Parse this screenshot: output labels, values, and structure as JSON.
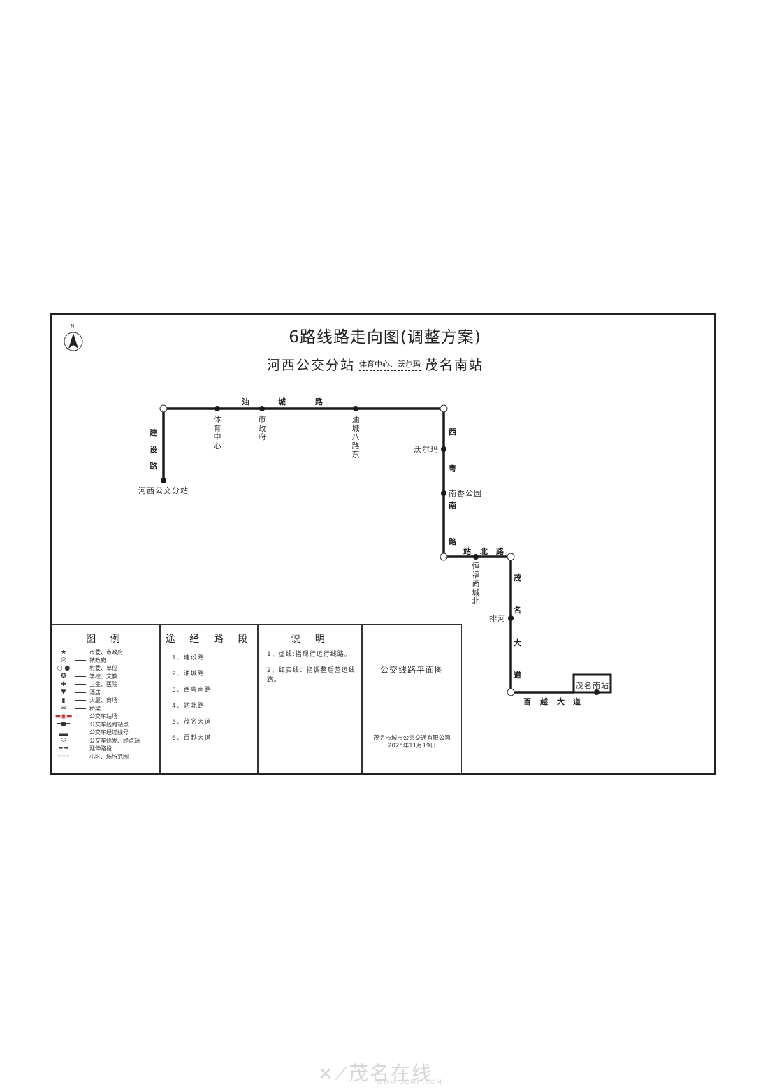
{
  "header": {
    "title": "6路线路走向图(调整方案)",
    "route_from": "河西公交分站",
    "route_via": "体育中心、沃尔玛",
    "route_to": "茂名南站",
    "compass_label": "N"
  },
  "map": {
    "roads": [
      {
        "name": "建设路",
        "chars": [
          "建",
          "设",
          "路"
        ]
      },
      {
        "name": "油城路",
        "chars": [
          "油",
          "城",
          "路"
        ]
      },
      {
        "name": "西粤南路",
        "chars": [
          "西",
          "粤",
          "南",
          "路"
        ]
      },
      {
        "name": "站北路",
        "chars": [
          "站",
          "北",
          "路"
        ]
      },
      {
        "name": "茂名大道",
        "chars": [
          "茂",
          "名",
          "大",
          "道"
        ]
      },
      {
        "name": "百越大道",
        "chars": [
          "百",
          "越",
          "大",
          "道"
        ]
      }
    ],
    "stops": [
      {
        "name": "河西公交分站",
        "type": "terminal"
      },
      {
        "name": "体育中心",
        "type": "stop"
      },
      {
        "name": "市政府",
        "type": "stop"
      },
      {
        "name": "油城八路东",
        "type": "stop"
      },
      {
        "name": "沃尔玛",
        "type": "stop"
      },
      {
        "name": "南香公园",
        "type": "stop"
      },
      {
        "name": "恒福尚城北",
        "type": "stop"
      },
      {
        "name": "排河",
        "type": "stop"
      },
      {
        "name": "茂名南站",
        "type": "terminal"
      }
    ],
    "line_color": "#1a1a1a"
  },
  "legend": {
    "title": "图 例",
    "items": [
      {
        "icon": "star-icon",
        "glyph": "★",
        "label": "市委、市政府"
      },
      {
        "icon": "town-gov-icon",
        "glyph": "◎",
        "label": "镇政府"
      },
      {
        "icon": "village-icon",
        "glyph": "○ ●",
        "label": "村委、单位"
      },
      {
        "icon": "school-icon",
        "glyph": "✪",
        "label": "学校、文教"
      },
      {
        "icon": "hospital-icon",
        "glyph": "✚",
        "label": "卫生、医院"
      },
      {
        "icon": "hotel-icon",
        "glyph": "▼",
        "label": "酒店"
      },
      {
        "icon": "mall-icon",
        "glyph": "▮",
        "label": "大厦、商场"
      },
      {
        "icon": "bridge-icon",
        "glyph": "≍",
        "label": "桥梁"
      },
      {
        "icon": "bus-depot-icon",
        "glyph": "▬◉▬",
        "label": "公交车站场"
      },
      {
        "icon": "bus-stop-icon",
        "glyph": "━●━",
        "label": "公交车线路站点"
      },
      {
        "icon": "bus-route-number-icon",
        "glyph": "▂▂",
        "label": "公交车经过线号"
      },
      {
        "icon": "terminal-icon",
        "glyph": "⬭",
        "label": "公交车始发、终点站"
      },
      {
        "icon": "extension-icon",
        "glyph": "━ ━",
        "label": "延伸路段"
      },
      {
        "icon": "area-boundary-icon",
        "glyph": "┄┄┄",
        "label": "小区、场所范围"
      }
    ]
  },
  "route_sections": {
    "title": "途 经 路 段",
    "items": [
      "1、建设路",
      "2、油城路",
      "3、西粤南路",
      "4、站北路",
      "5、茂名大道",
      "6、百越大道"
    ]
  },
  "notes": {
    "title": "说 明",
    "items": [
      "1、虚线:指现行运行线路。",
      "2、红实线：指调整后营运线路。"
    ]
  },
  "info": {
    "center_title": "公交线路平面图",
    "company": "茂名市城市公共交通有限公司",
    "date": "2025年11月19日"
  },
  "watermark": {
    "text": "茂名在线",
    "url": "WWW.GDMM.COM"
  }
}
